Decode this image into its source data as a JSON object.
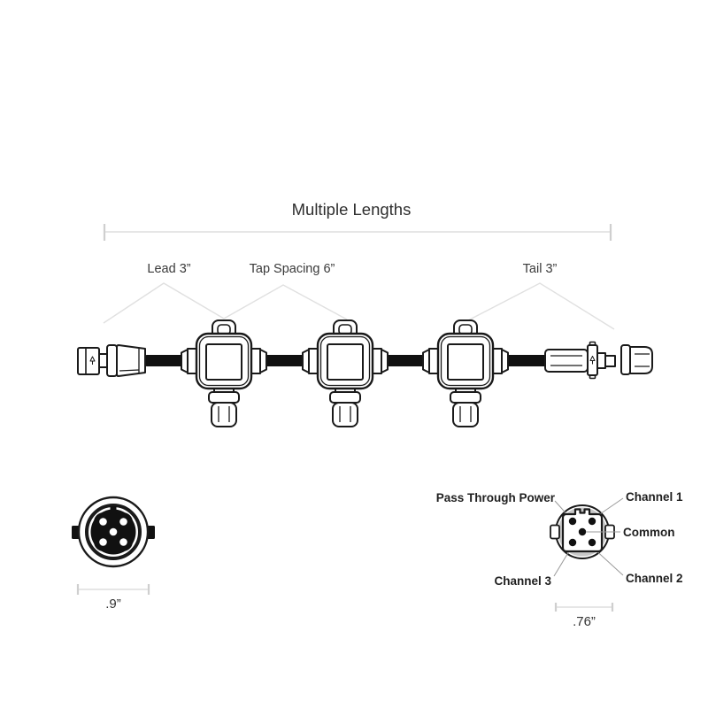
{
  "title": "Multiple Lengths",
  "assembly_labels": {
    "lead": "Lead 3”",
    "tap_spacing": "Tap Spacing 6”",
    "tail": "Tail 3”"
  },
  "round_connector": {
    "dimension": ".9”",
    "pin_count": 5
  },
  "square_connector": {
    "dimension": ".76”",
    "pin_labels": {
      "pass_through_power": "Pass Through Power",
      "channel_1": "Channel 1",
      "common": "Common",
      "channel_2": "Channel 2",
      "channel_3": "Channel 3"
    }
  },
  "colors": {
    "line_ink": "#1a1a1a",
    "cable_black": "#111111",
    "caret_gray": "#e0e0e0",
    "dimension_gray": "#e6e6e6",
    "ring_gray": "#c8c8c8",
    "leader_gray": "#9a9a9a",
    "text_dark": "#333333",
    "background": "#ffffff"
  }
}
